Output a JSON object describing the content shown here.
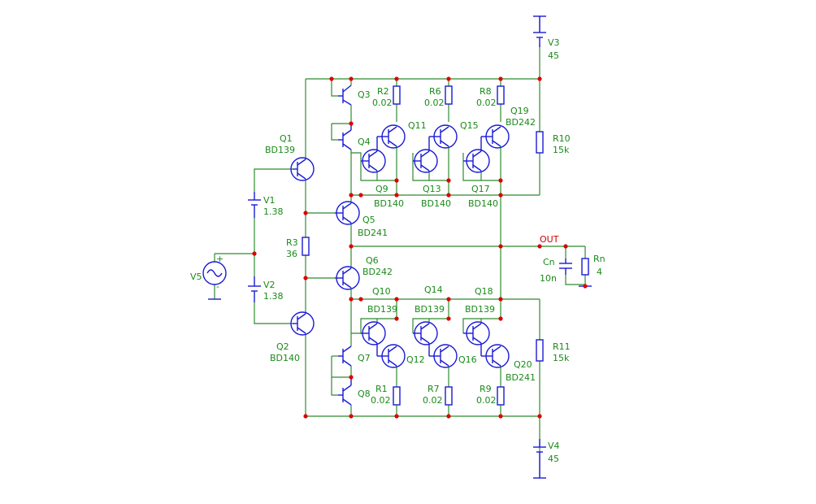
{
  "labels": {
    "Q1": "Q1",
    "Q1_type": "BD139",
    "Q2": "Q2",
    "Q2_type": "BD140",
    "Q3": "Q3",
    "Q4": "Q4",
    "Q5": "Q5",
    "Q5_type": "BD241",
    "Q6": "Q6",
    "Q6_type": "BD242",
    "Q7": "Q7",
    "Q8": "Q8",
    "Q9": "Q9",
    "Q9_type": "BD140",
    "Q10": "Q10",
    "Q10_type": "BD139",
    "Q11": "Q11",
    "Q12": "Q12",
    "Q13": "Q13",
    "Q13_type": "BD140",
    "Q14": "Q14",
    "Q14_type": "BD139",
    "Q15": "Q15",
    "Q16": "Q16",
    "Q17": "Q17",
    "Q17_type": "BD140",
    "Q18": "Q18",
    "Q18_type": "BD139",
    "Q19": "Q19",
    "Q19_type": "BD242",
    "Q20": "Q20",
    "Q20_type": "BD241",
    "R1": "R1",
    "R1_val": "0.02",
    "R2": "R2",
    "R2_val": "0.02",
    "R3": "R3",
    "R3_val": "36",
    "R6": "R6",
    "R6_val": "0.02",
    "R7": "R7",
    "R7_val": "0.02",
    "R8": "R8",
    "R8_val": "0.02",
    "R9": "R9",
    "R9_val": "0.02",
    "R10": "R10",
    "R10_val": "15k",
    "R11": "R11",
    "R11_val": "15k",
    "Rn": "Rn",
    "Rn_val": "4",
    "Cn": "Cn",
    "Cn_val": "10n",
    "V1": "V1",
    "V1_val": "1.38",
    "V2": "V2",
    "V2_val": "1.38",
    "V3": "V3",
    "V3_val": "45",
    "V4": "V4",
    "V4_val": "45",
    "V5": "V5",
    "OUT": "OUT",
    "plus": "+",
    "minus": "-"
  }
}
